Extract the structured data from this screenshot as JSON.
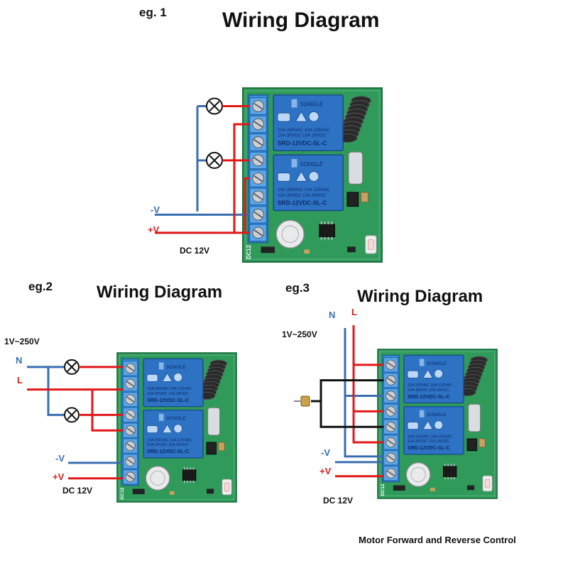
{
  "diagrams": [
    {
      "eg_label": "eg. 1",
      "title": "Wiring Diagram",
      "power_label": "DC 12V",
      "minus_label": "-V",
      "plus_label": "+V"
    },
    {
      "eg_label": "eg.2",
      "title": "Wiring Diagram",
      "power_label": "DC 12V",
      "minus_label": "-V",
      "plus_label": "+V",
      "voltage_range": "1V~250V",
      "n_label": "N",
      "l_label": "L"
    },
    {
      "eg_label": "eg.3",
      "title": "Wiring Diagram",
      "power_label": "DC 12V",
      "minus_label": "-V",
      "plus_label": "+V",
      "voltage_range": "1V~250V",
      "n_label": "N",
      "l_label": "L",
      "caption": "Motor Forward and Reverse Control"
    }
  ],
  "relay": {
    "brand": "SONGLE",
    "rating_1": "10A 250VAC  10A 125VAC",
    "rating_2": "10A  30VDC  10A  28VDC",
    "model": "SRD-12VDC-SL-C",
    "board_label": "DC12"
  },
  "colors": {
    "wire_red": "#e01818",
    "wire_blue": "#3a6db0",
    "wire_black": "#111111",
    "board_green": "#2f9a5a",
    "terminal_blue": "#3d8fd8",
    "relay_blue": "#2e72c4"
  }
}
